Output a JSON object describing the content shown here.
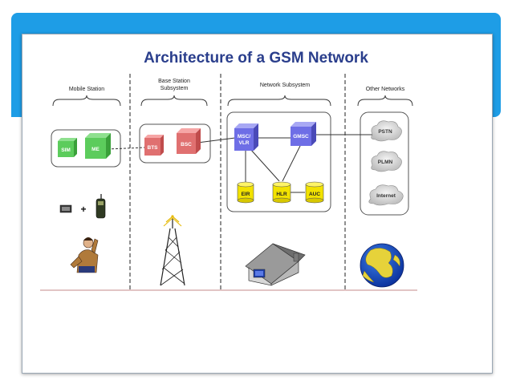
{
  "slide": {
    "title": "Architecture of a GSM Network",
    "colors": {
      "accent": "#1e9de6",
      "title": "#2a3e8c"
    }
  },
  "sections": {
    "mobile_station": {
      "line1": "Mobile Station"
    },
    "bss": {
      "line1": "Base Station",
      "line2": "Subsystem"
    },
    "nss": {
      "line1": "Network Subsystem"
    },
    "other": {
      "line1": "Other Networks"
    }
  },
  "blocks": {
    "sim": "SIM",
    "me": "ME",
    "bts": "BTS",
    "bsc": "BSC",
    "msc_line1": "MSC/",
    "msc_line2": "VLR",
    "gmsc": "GMSC"
  },
  "databases": {
    "eir": "EIR",
    "hlr": "HLR",
    "auc": "AUC"
  },
  "networks": {
    "pstn": "PSTN",
    "plmn": "PLMN",
    "internet": "Internet"
  },
  "misc": {
    "plus": "+"
  }
}
